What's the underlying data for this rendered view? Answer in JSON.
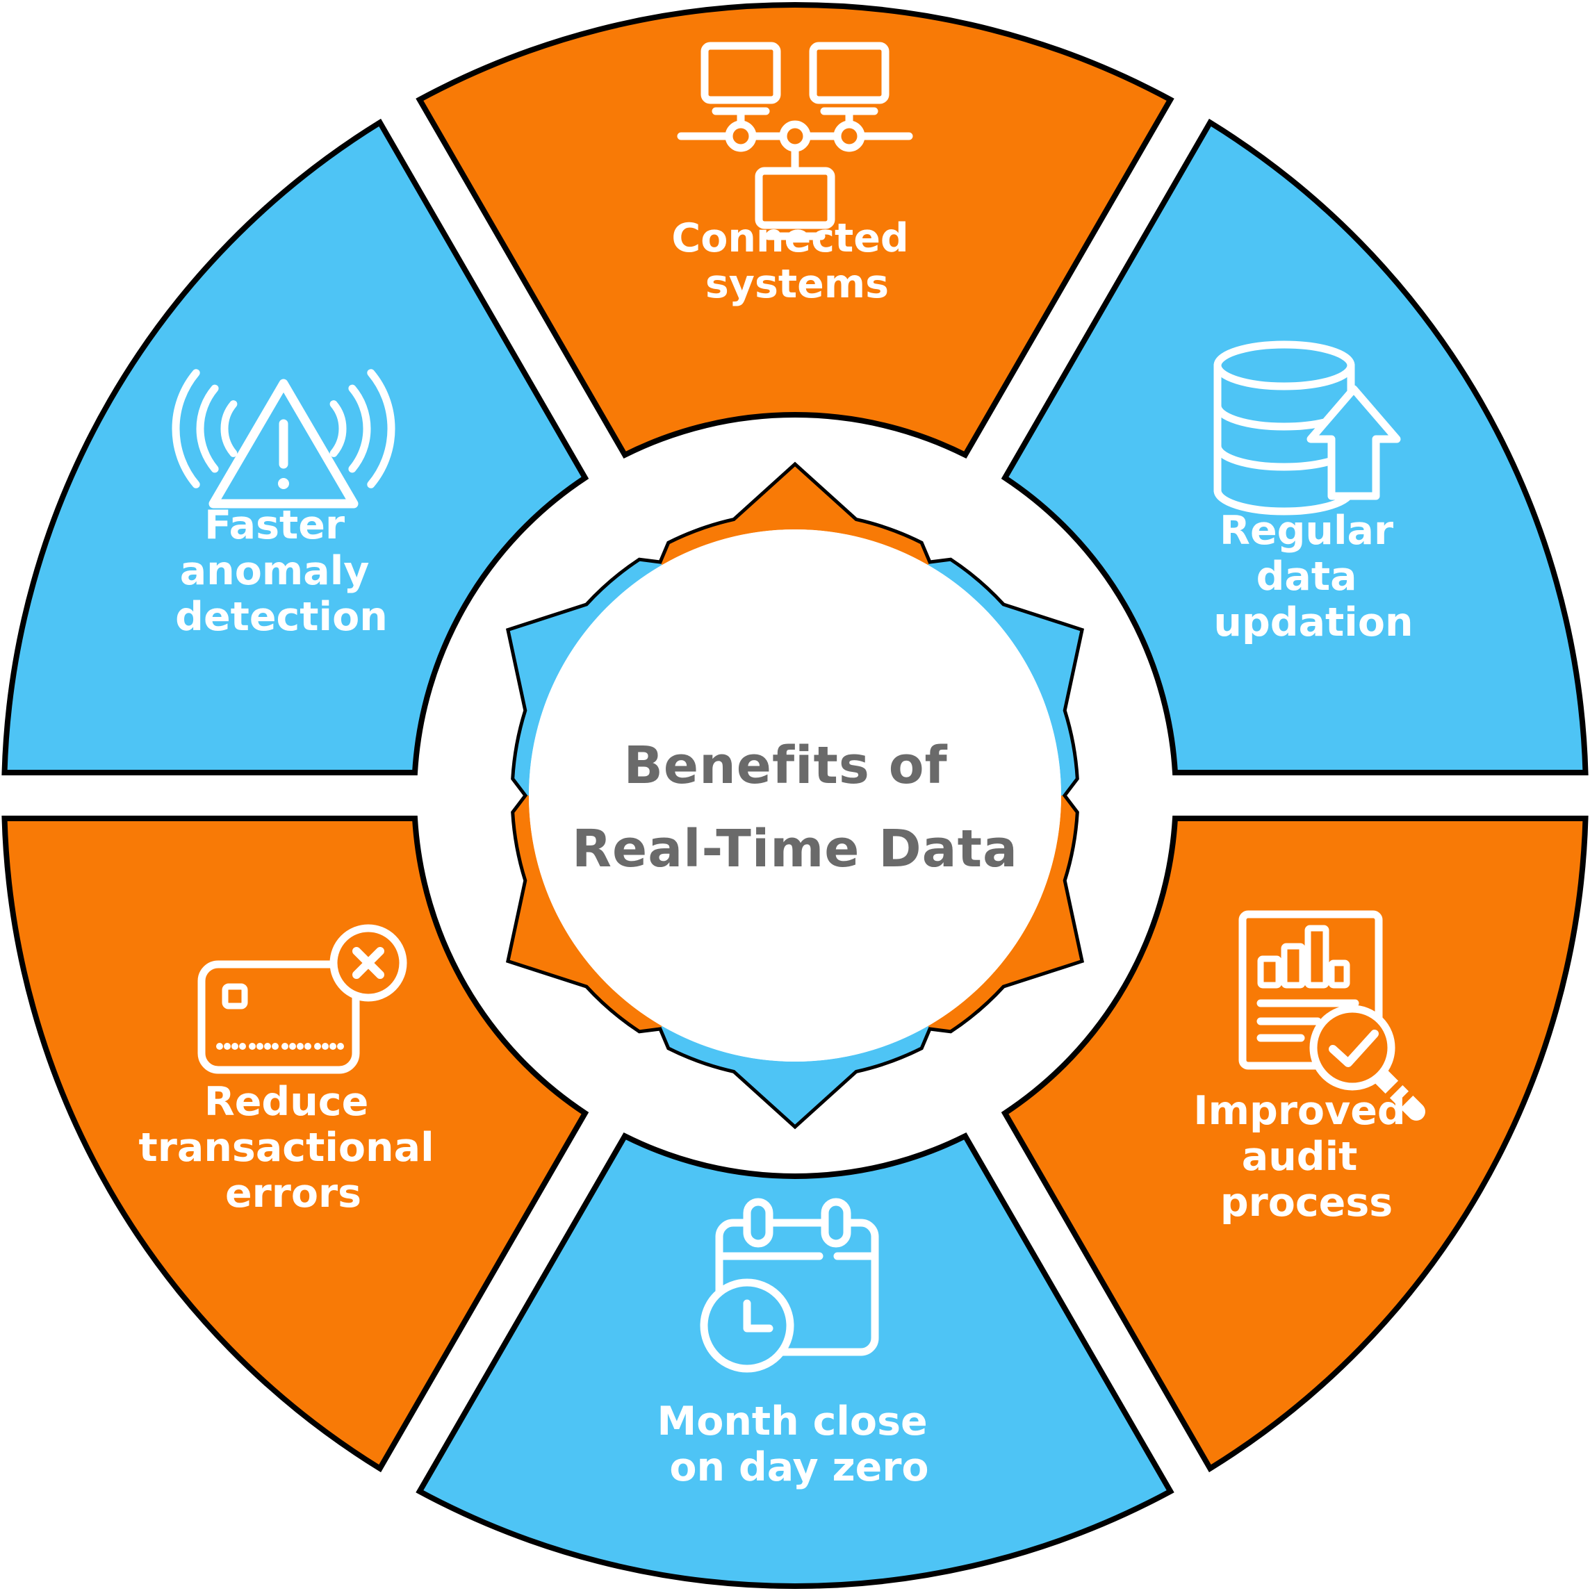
{
  "title": {
    "line1": "Benefits of",
    "line2": "Real-Time Data"
  },
  "colors": {
    "orange": "#F87A06",
    "blue": "#4EC4F5",
    "outline": "#000000",
    "title_text": "#6A6A6A",
    "label_text": "#FFFFFF",
    "background": "#FFFFFF"
  },
  "segments": [
    {
      "id": "connected-systems",
      "color": "orange",
      "icon": "network-icon",
      "lines": [
        "Connected",
        "systems"
      ]
    },
    {
      "id": "regular-data-updation",
      "color": "blue",
      "icon": "database-upload-icon",
      "lines": [
        "Regular",
        "data",
        "updation"
      ]
    },
    {
      "id": "improved-audit-process",
      "color": "orange",
      "icon": "audit-magnifier-icon",
      "lines": [
        "Improved",
        "audit",
        "process"
      ]
    },
    {
      "id": "month-close-on-day-zero",
      "color": "blue",
      "icon": "calendar-clock-icon",
      "lines": [
        "Month close",
        "on day zero"
      ]
    },
    {
      "id": "reduce-transactional-errors",
      "color": "orange",
      "icon": "card-error-icon",
      "lines": [
        "Reduce",
        "transactional",
        "errors"
      ]
    },
    {
      "id": "faster-anomaly-detection",
      "color": "blue",
      "icon": "warning-signal-icon",
      "lines": [
        "Faster",
        "anomaly",
        "detection"
      ]
    }
  ]
}
